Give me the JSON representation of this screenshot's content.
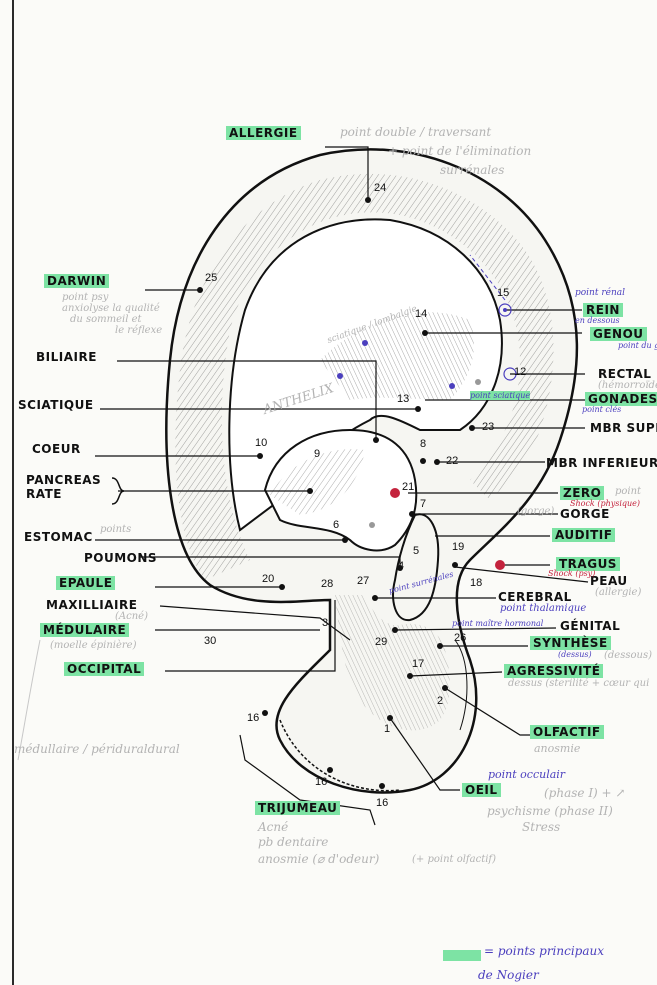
{
  "colors": {
    "highlight": "#7de3a4",
    "blue_ink": "#4b3fbe",
    "red_ink": "#c4233d",
    "pencil": "#b3b3b3"
  },
  "labels": {
    "allergie": "ALLERGIE",
    "darwin": "DARWIN",
    "biliaire": "BILIAIRE",
    "sciatique": "SCIATIQUE",
    "coeur": "COEUR",
    "pancreas_rate": "PANCREAS RATE",
    "estomac": "ESTOMAC",
    "poumons": "POUMONS",
    "epaule": "EPAULE",
    "maxilliaire": "MAXILLIAIRE",
    "medullaire": "MÉDULAIRE",
    "occipital": "OCCIPITAL",
    "trijumeau": "TRIJUMEAU",
    "rein": "REIN",
    "genou": "GENOU",
    "rectal": "RECTAL",
    "gonades": "GONADES",
    "mbr_superieur": "MBR SUPE",
    "mbr_inferieur": "MBR INFERIEUR",
    "zero": "ZERO",
    "gorge": "GORGE",
    "auditif": "AUDITIF",
    "tragus": "TRAGUS",
    "peau": "PEAU",
    "cerebral": "CEREBRAL",
    "genital": "GÉNITAL",
    "synthese": "SYNTHÈSE",
    "agressivite": "AGRESSIVITÉ",
    "olfactif": "OLFACTIF",
    "oeil": "OEIL"
  },
  "numbers": {
    "n24": "24",
    "n25": "25",
    "n15": "15",
    "n14": "14",
    "n12": "12",
    "n13": "13",
    "n8": "8",
    "n23": "23",
    "n10": "10",
    "n9": "9",
    "n22": "22",
    "n21": "21",
    "n7": "7",
    "n6": "6",
    "n5": "5",
    "n19": "19",
    "n4": "4",
    "n18": "18",
    "n20": "20",
    "n28": "28",
    "n27": "27",
    "n3": "3",
    "n29": "29",
    "n30": "30",
    "n26": "26",
    "n17": "17",
    "n2": "2",
    "n1": "1",
    "n16a": "16",
    "n16b": "16",
    "n16c": "16"
  },
  "notes": {
    "allergie_note_1": "point double / traversant",
    "allergie_note_2": "+ point de l'élimination",
    "allergie_note_3": "surrénales",
    "darwin_note_1": "point psy",
    "darwin_note_2": "anxiolyse la qualité",
    "darwin_note_3": "du sommeil et",
    "darwin_note_4": "le réflexe",
    "antihelix_note": "ANTHELIX",
    "oeil_note_1": "(phase I) + ↗",
    "oeil_note_2": "psychisme (phase II)",
    "oeil_note_3": "Stress",
    "olfactif_note": "anosmie",
    "trijumeau_note_1": "Acné",
    "trijumeau_note_2": "pb dentaire",
    "trijumeau_note_3": "anosmie (⌀ d'odeur)",
    "trijumeau_note_4": "(+ point olfactif)",
    "agress_note": "dessus (sterilité + cœur qui",
    "synthese_note": "(dessous)",
    "medullaire_note": "(moelle épinière)",
    "maxill_note": "(Acné)",
    "rectal_note": "(hémorroïde)",
    "estomac_note": "points",
    "zero_note": "point",
    "peau_note": "(allergie)",
    "gorge_note": "(gorge)",
    "neuralgia_note": "sciatique / lombalgie",
    "left_margin_note": "médullaire / périduraldural"
  },
  "blue_notes": {
    "rein_sub": "point rénal",
    "rein_sub2": "en dessous",
    "genou_sub": "point du genou",
    "gonades_sub": "point clés",
    "oeil_sub": "point occulair",
    "cerebral_sub": "point thalamique",
    "genital_sub": "point maître hormonal",
    "synthese_sub": "(dessus)",
    "point_surrenale": "point surrénales",
    "sciatique_blue": "point sciatique"
  },
  "red_notes": {
    "zero_red": "Shock (physique)",
    "tragus_red": "Shock (psy)"
  },
  "legend": {
    "line1": "= points principaux",
    "line2": "de Nogier"
  }
}
